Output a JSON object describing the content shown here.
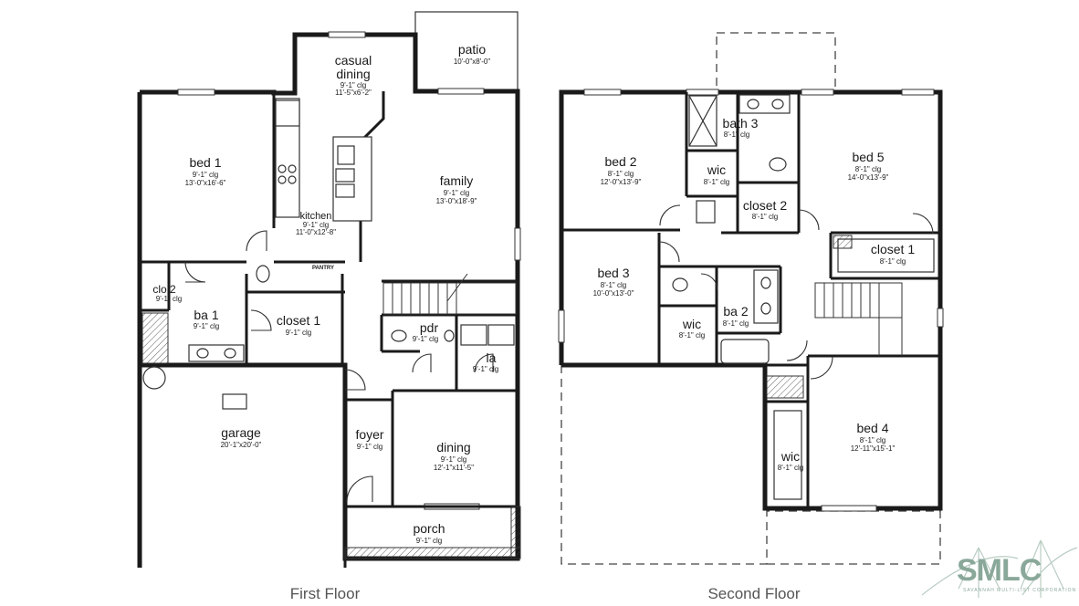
{
  "first_floor": {
    "caption": "First Floor",
    "rooms": {
      "bed1": {
        "name": "bed 1",
        "dim1": "9'-1\" clg",
        "dim2": "13'-0\"x16'-6\""
      },
      "casual": {
        "name1": "casual",
        "name2": "dining",
        "dim1": "9'-1\" clg",
        "dim2": "11'-5\"x6'-2\""
      },
      "patio": {
        "name": "patio",
        "dim1": "10'-0\"x8'-0\""
      },
      "family": {
        "name": "family",
        "dim1": "9'-1\" clg",
        "dim2": "13'-0\"x18'-9\""
      },
      "kitchen": {
        "name": "kitchen",
        "dim1": "9'-1\" clg",
        "dim2": "11'-0\"x12'-8\""
      },
      "pantry": {
        "name": "PANTRY"
      },
      "clo2": {
        "name": "clo 2",
        "dim1": "9'-1\" clg"
      },
      "ba1": {
        "name": "ba 1",
        "dim1": "9'-1\" clg"
      },
      "closet1": {
        "name": "closet 1",
        "dim1": "9'-1\" clg"
      },
      "pdr": {
        "name": "pdr",
        "dim1": "9'-1\" clg"
      },
      "la": {
        "name": "la",
        "dim1": "9'-1\" clg"
      },
      "garage": {
        "name": "garage",
        "dim1": "20'-1\"x20'-0\""
      },
      "foyer": {
        "name": "foyer",
        "dim1": "9'-1\" clg"
      },
      "dining": {
        "name": "dining",
        "dim1": "9'-1\" clg",
        "dim2": "12'-1\"x11'-5\""
      },
      "porch": {
        "name": "porch",
        "dim1": "9'-1\" clg"
      }
    }
  },
  "second_floor": {
    "caption": "Second Floor",
    "rooms": {
      "bed2": {
        "name": "bed 2",
        "dim1": "8'-1\" clg",
        "dim2": "12'-0\"x13'-9\""
      },
      "bath3": {
        "name": "bath 3",
        "dim1": "8'-1\" clg"
      },
      "wic_a": {
        "name": "wic",
        "dim1": "8'-1\" clg"
      },
      "bed5": {
        "name": "bed 5",
        "dim1": "8'-1\" clg",
        "dim2": "14'-0\"x13'-9\""
      },
      "closet2": {
        "name": "closet 2",
        "dim1": "8'-1\" clg"
      },
      "closet1": {
        "name": "closet 1",
        "dim1": "8'-1\" clg"
      },
      "bed3": {
        "name": "bed 3",
        "dim1": "8'-1\" clg",
        "dim2": "10'-0\"x13'-0\""
      },
      "ba2": {
        "name": "ba 2",
        "dim1": "8'-1\" clg"
      },
      "wic_b": {
        "name": "wic",
        "dim1": "8'-1\" clg"
      },
      "bed4": {
        "name": "bed 4",
        "dim1": "8'-1\" clg",
        "dim2": "12'-11\"x15'-1\""
      },
      "wic_c": {
        "name": "wic",
        "dim1": "8'-1\" clg"
      }
    }
  },
  "logo": {
    "text": "SMLC",
    "subtext": "SAVANNAH MULTI-LIST CORPORATION",
    "color": "#8aa89a"
  }
}
